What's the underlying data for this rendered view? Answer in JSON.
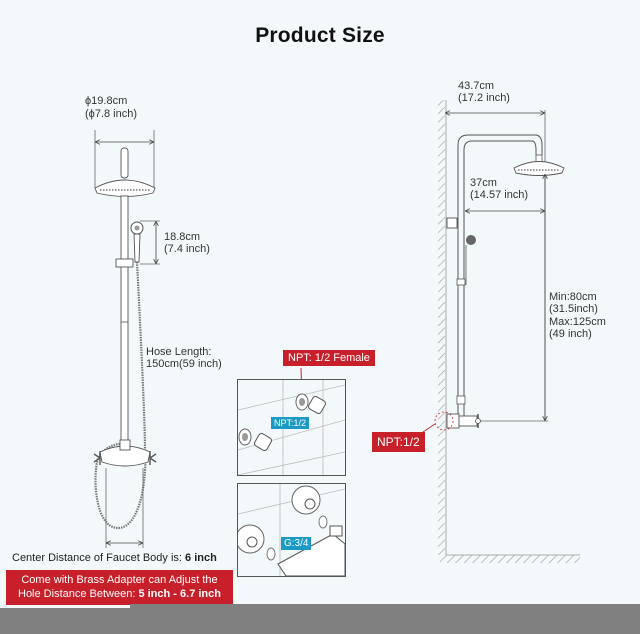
{
  "header": {
    "title": "Product Size"
  },
  "left_diagram": {
    "head_diameter_cm": "ϕ19.8cm",
    "head_diameter_in": "(ϕ7.8 inch)",
    "handheld_length_cm": "18.8cm",
    "handheld_length_in": "(7.4 inch)",
    "hose_label": "Hose Length:",
    "hose_value": "150cm(59 inch)",
    "center_distance_label": "Center Distance of Faucet Body is: ",
    "center_distance_value": "6 inch"
  },
  "banner": {
    "line1": "Come with Brass Adapter can Adjust the",
    "line2_prefix": "Hole Distance Between: ",
    "line2_value": "5 inch - 6.7 inch"
  },
  "insets": {
    "top": {
      "red_label": "NPT: 1/2 Female",
      "blue_label": "NPT:1/2"
    },
    "bottom": {
      "blue_label": "G:3/4"
    }
  },
  "right_diagram": {
    "reach_cm": "43.7cm",
    "reach_in": "(17.2 inch)",
    "arm_cm": "37cm",
    "arm_in": "(14.57 inch)",
    "height_min_cm": "Min:80cm",
    "height_min_in": "(31.5inch)",
    "height_max_cm": "Max:125cm",
    "height_max_in": "(49 inch)",
    "inlet_label": "NPT:1/2"
  },
  "colors": {
    "background": "#f3f9fb",
    "accent_red": "#c8202a",
    "accent_blue": "#1a9ac4",
    "bottom_bar": "#808080"
  }
}
